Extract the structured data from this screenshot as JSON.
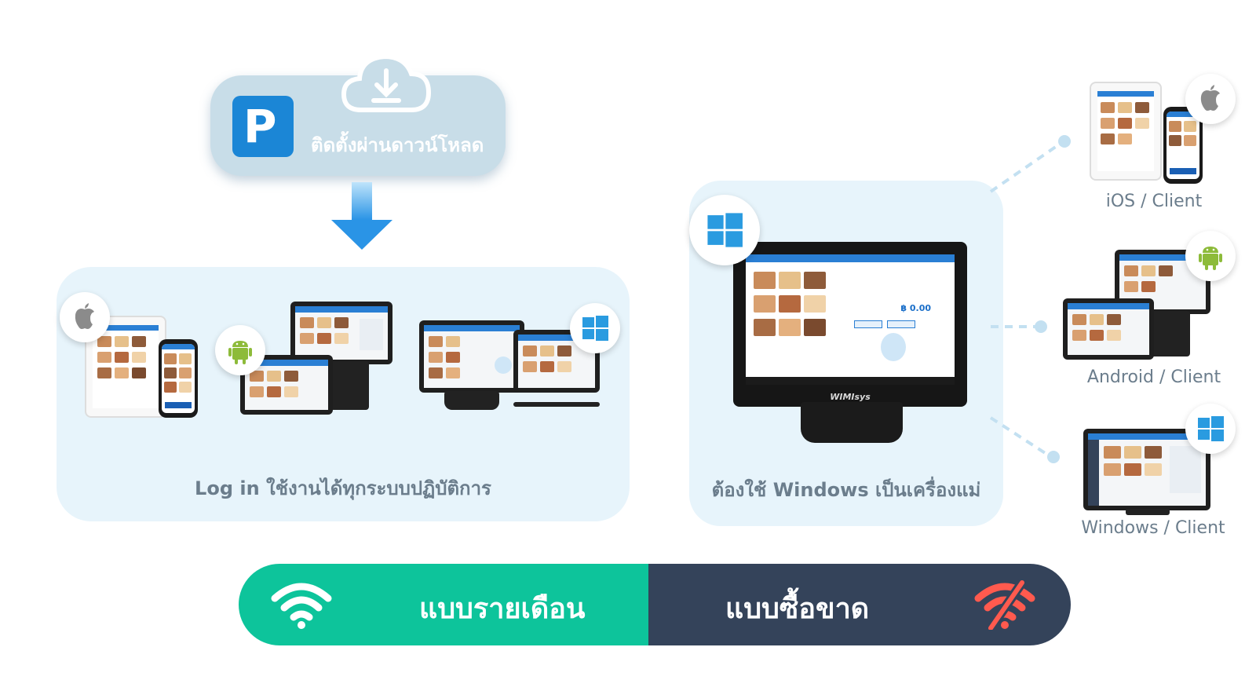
{
  "install": {
    "label": "ติดตั้งผ่านดาวน์โหลด",
    "logo_letter": "P"
  },
  "cloud_login": {
    "caption": "Log in ใช้งานได้ทุกระบบปฏิบัติการ",
    "platforms": [
      "apple-icon",
      "android-icon",
      "windows-icon"
    ]
  },
  "windows_master": {
    "caption": "ต้องใช้ Windows เป็นเครื่องแม่",
    "screen_price": "฿ 0.00",
    "brand": "WIMIsys"
  },
  "clients": [
    {
      "label": "iOS / Client",
      "icon": "apple-icon"
    },
    {
      "label": "Android / Client",
      "icon": "android-icon"
    },
    {
      "label": "Windows / Client",
      "icon": "windows-icon"
    }
  ],
  "modes": {
    "monthly": {
      "label": "แบบรายเดือน",
      "icon": "wifi-icon",
      "color": "#0dc49b"
    },
    "purchase": {
      "label": "แบบซื้อขาด",
      "icon": "wifi-off-icon",
      "color": "#34435a"
    }
  },
  "colors": {
    "accent_blue": "#1b86d6",
    "panel_bg": "#e7f4fb",
    "caption_gray": "#6b7d8c",
    "wifi_off_red": "#ff5a4e"
  }
}
